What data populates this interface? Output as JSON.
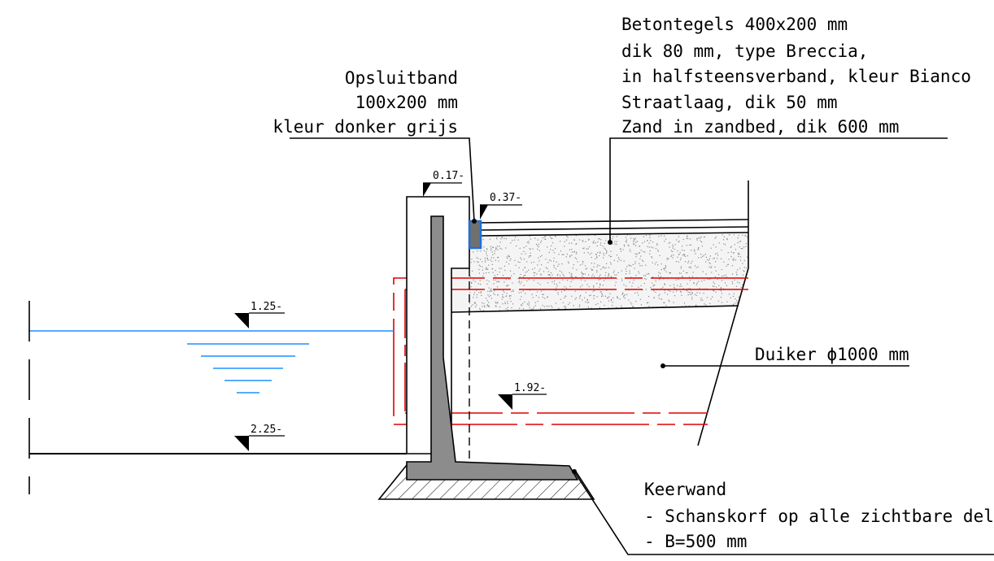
{
  "labels": {
    "opsluitband": [
      "Opsluitband",
      "100x200 mm",
      "kleur donker grijs"
    ],
    "pavement": [
      "Betontegels 400x200 mm",
      "dik 80 mm, type Breccia,",
      "in halfsteensverband, kleur Bianco",
      "Straatlaag, dik 50 mm",
      "Zand in zandbed, dik 600 mm"
    ],
    "duiker": "Duiker ϕ1000 mm",
    "keerwand": [
      "Keerwand",
      "- Schanskorf op alle zichtbare delen",
      "- B=500 mm"
    ]
  },
  "levels": {
    "wall_top": "0.17-",
    "band_top": "0.37-",
    "water": "1.25-",
    "culvert": "1.92-",
    "bed": "2.25-"
  },
  "colors": {
    "line": "#000000",
    "water": "#1e90ff",
    "culvert": "#e00000",
    "wall_fill": "#8c8c8c",
    "band_fill": "#707070",
    "band_outline": "#1e6fd9",
    "sand_speckle": "#8a8a8a"
  }
}
